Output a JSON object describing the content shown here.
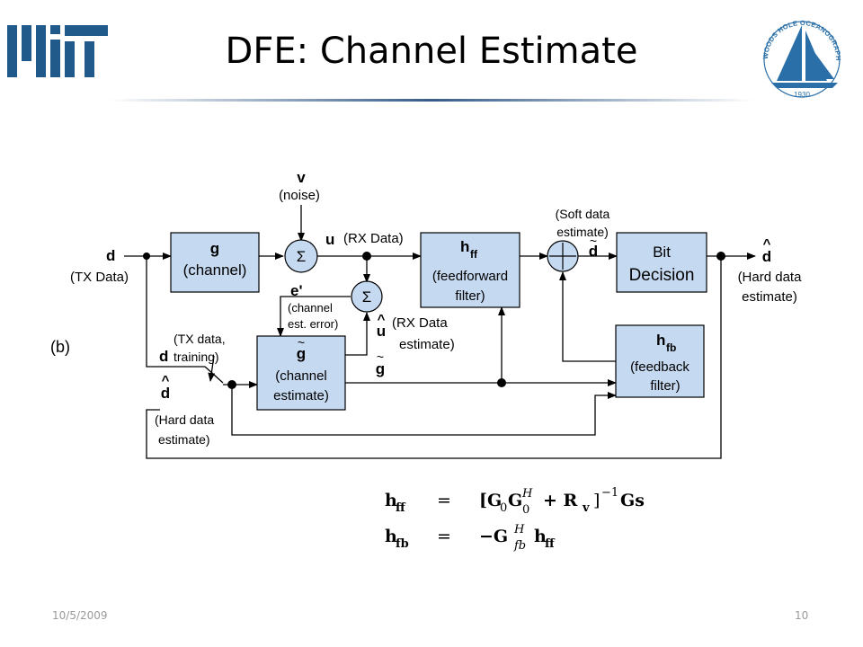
{
  "slide": {
    "title": "DFE: Channel Estimate",
    "footer_date": "10/5/2009",
    "page_number": "10"
  },
  "logos": {
    "left": {
      "name": "mit-logo",
      "text": "MIT",
      "color": "#1f5a8a"
    },
    "right": {
      "name": "whoi-logo",
      "ring_text": "WOODS HOLE OCEANOGRAPHIC INSTITUTION",
      "year": "1930",
      "color": "#2a6fa8"
    }
  },
  "diagram": {
    "panel_label": "(b)",
    "input_symbol": "d",
    "input_label": "(TX Data)",
    "noise_symbol": "v",
    "noise_label": "(noise)",
    "rx_symbol": "u",
    "rx_label": "(RX Data)",
    "sum_symbol": "Σ",
    "soft_label_line1": "(Soft data",
    "soft_label_line2": "estimate)",
    "soft_symbol": "d",
    "output_symbol": "d",
    "output_label_line1": "(Hard data",
    "output_label_line2": "estimate)",
    "error_symbol": "e'",
    "error_label_line1": "(channel",
    "error_label_line2": "est. error)",
    "rx_est_symbol": "u",
    "rx_est_label_line1": "(RX Data",
    "rx_est_label_line2": "estimate)",
    "train_label_line1": "(TX data,",
    "train_label_line2": "training)",
    "train_symbol": "d",
    "hard_symbol": "d",
    "hard_label_line1": "(Hard data",
    "hard_label_line2": "estimate)",
    "est_out_symbol": "g",
    "hat_glyph": "^",
    "tilde_glyph": "~",
    "blocks": {
      "channel": {
        "symbol": "g",
        "label": "(channel)"
      },
      "feedforward": {
        "symbol": "h",
        "subscript": "ff",
        "label_line1": "(feedforward",
        "label_line2": "filter)"
      },
      "decision": {
        "line1": "Bit",
        "line2": "Decision"
      },
      "estimator": {
        "symbol": "g",
        "label_line1": "(channel",
        "label_line2": "estimate)"
      },
      "feedback": {
        "symbol": "h",
        "subscript": "fb",
        "label_line1": "(feedback",
        "label_line2": "filter)"
      }
    },
    "block_fill": "#c5d9f1",
    "line_color": "#000000"
  },
  "equations": {
    "eq1": {
      "lhs": "h",
      "lhs_sub": "ff",
      "eq": "=",
      "rhs_open": "[G",
      "rhs_sub0": "0",
      "rhs_G": "G",
      "rhs_sup": "H",
      "rhs_sub1": "0",
      "rhs_plus": "+ R",
      "rhs_v": "v",
      "rhs_close": "]",
      "rhs_exp": "−1",
      "rhs_tail": "Gs"
    },
    "eq2": {
      "lhs": "h",
      "lhs_sub": "fb",
      "eq": "=",
      "rhs_G": "−G",
      "rhs_sup": "H",
      "rhs_sub": "fb",
      "rhs_h": "h",
      "rhs_hsub": "ff"
    }
  }
}
